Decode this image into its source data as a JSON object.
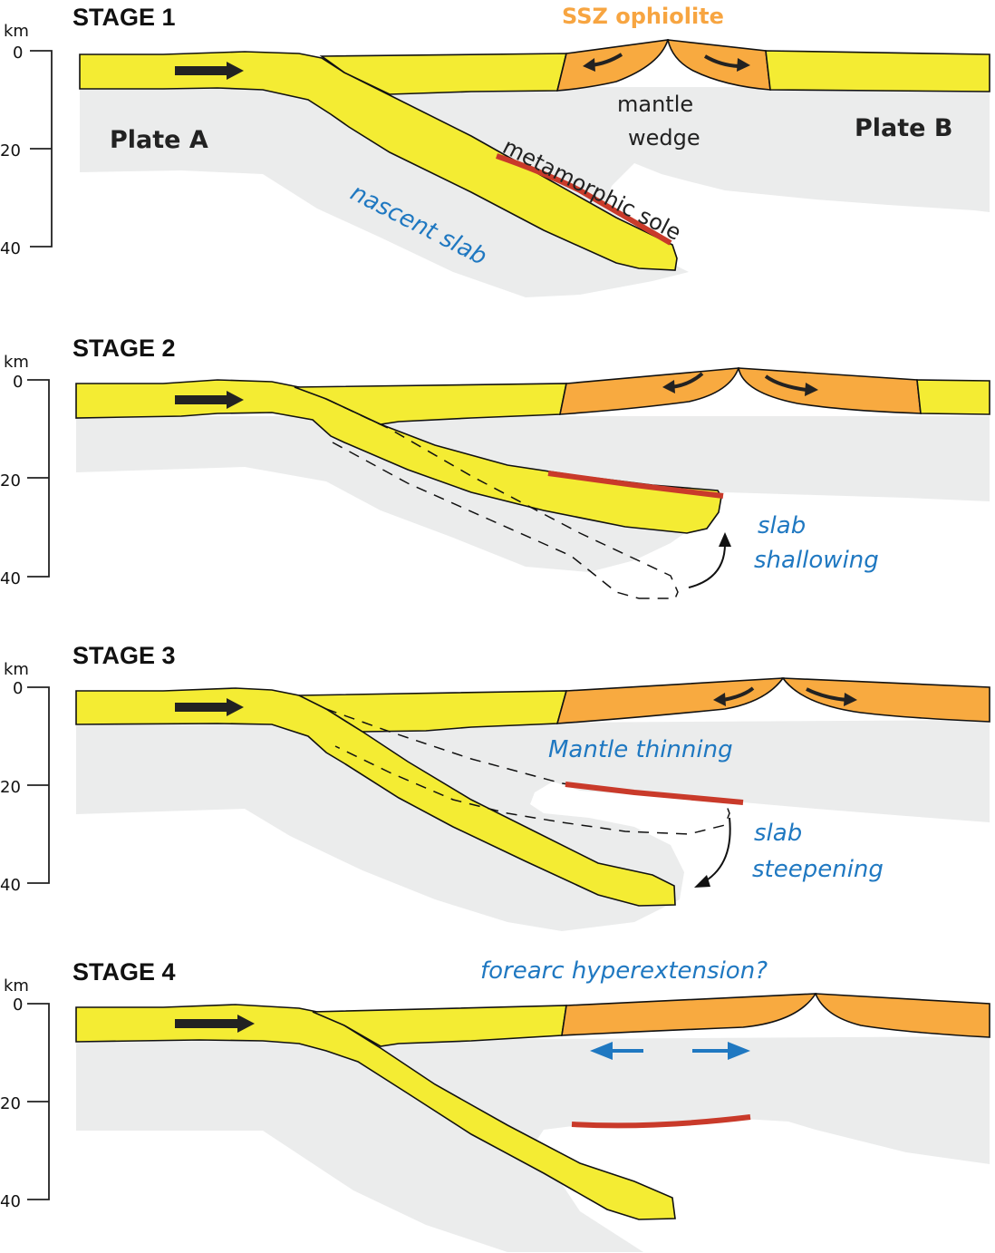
{
  "figure": {
    "stages": [
      {
        "title": "STAGE 1",
        "axis": {
          "unit": "km",
          "ticks": [
            "0",
            "20",
            "40"
          ]
        },
        "labels": {
          "top": "SSZ ophiolite",
          "plate_a": "Plate A",
          "plate_b": "Plate B",
          "mantle_wedge_line1": "mantle",
          "mantle_wedge_line2": "wedge",
          "sole": "metamorphic sole",
          "slab": "nascent slab"
        }
      },
      {
        "title": "STAGE 2",
        "axis": {
          "unit": "km",
          "ticks": [
            "0",
            "20",
            "40"
          ]
        },
        "labels": {
          "process_line1": "slab",
          "process_line2": "shallowing"
        }
      },
      {
        "title": "STAGE 3",
        "axis": {
          "unit": "km",
          "ticks": [
            "0",
            "20",
            "40"
          ]
        },
        "labels": {
          "mantle": "Mantle thinning",
          "process_line1": "slab",
          "process_line2": "steepening"
        }
      },
      {
        "title": "STAGE 4",
        "axis": {
          "unit": "km",
          "ticks": [
            "0",
            "20",
            "40"
          ]
        },
        "labels": {
          "process": "forearc hyperextension?"
        }
      }
    ],
    "colors": {
      "lithosphere": "#f4ec33",
      "ophiolite": "#f8aa40",
      "mantle": "#ebecec",
      "metamorphic_sole": "#c93a2a",
      "annotation_blue": "#1f78c1",
      "annotation_orange": "#f7a541"
    }
  }
}
